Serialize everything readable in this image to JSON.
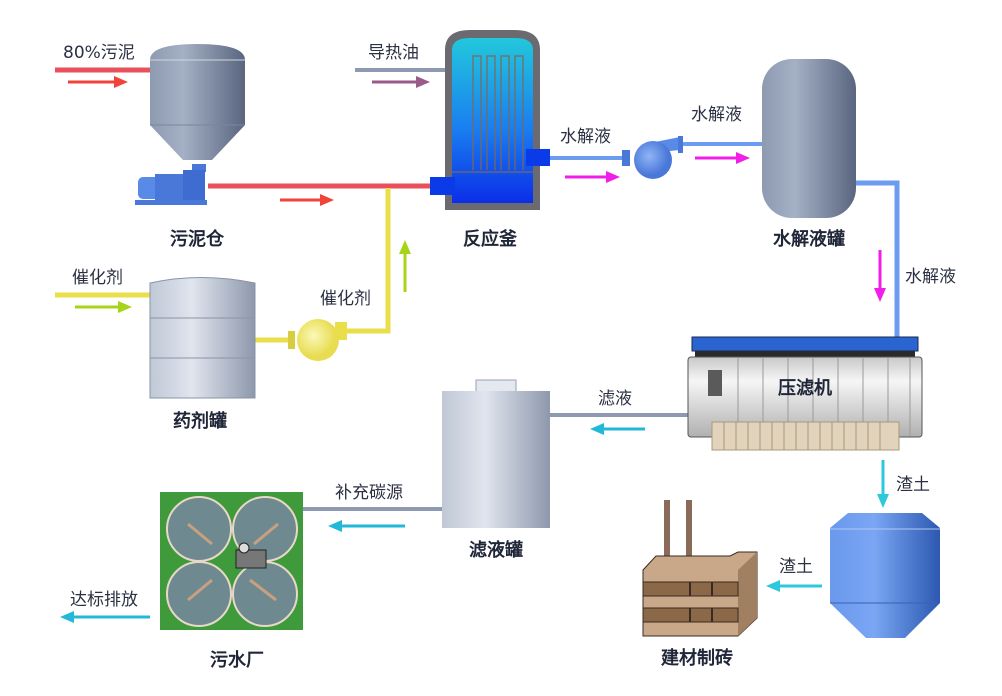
{
  "equipment": {
    "sludge_silo": "污泥仓",
    "reactor": "反应釜",
    "hydrolysate_tank": "水解液罐",
    "reagent_tank": "药剂罐",
    "filter_press": "压滤机",
    "filtrate_tank": "滤液罐",
    "wwtp": "污水厂",
    "brick_plant": "建材制砖"
  },
  "flows": {
    "sludge_in": "80%污泥",
    "thermal_oil": "导热油",
    "hydrolysate_1": "水解液",
    "hydrolysate_2": "水解液",
    "hydrolysate_3": "水解液",
    "catalyst_in": "催化剂",
    "catalyst_2": "催化剂",
    "filtrate": "滤液",
    "carbon_source": "补充碳源",
    "discharge": "达标排放",
    "residue_1": "渣土",
    "residue_2": "渣土"
  },
  "colors": {
    "sludge": "#e8505b",
    "sludge_arrow": "#f0433a",
    "oil_arrow": "#9a5a8a",
    "hydrolysate_pipe": "#6b9cf0",
    "hydrolysate_arrow": "#f01ee8",
    "catalyst_pipe": "#e8df4a",
    "catalyst_arrow": "#a8d418",
    "filtrate_arrow": "#22b8d8",
    "gray_pipe": "#8e9ab2"
  }
}
